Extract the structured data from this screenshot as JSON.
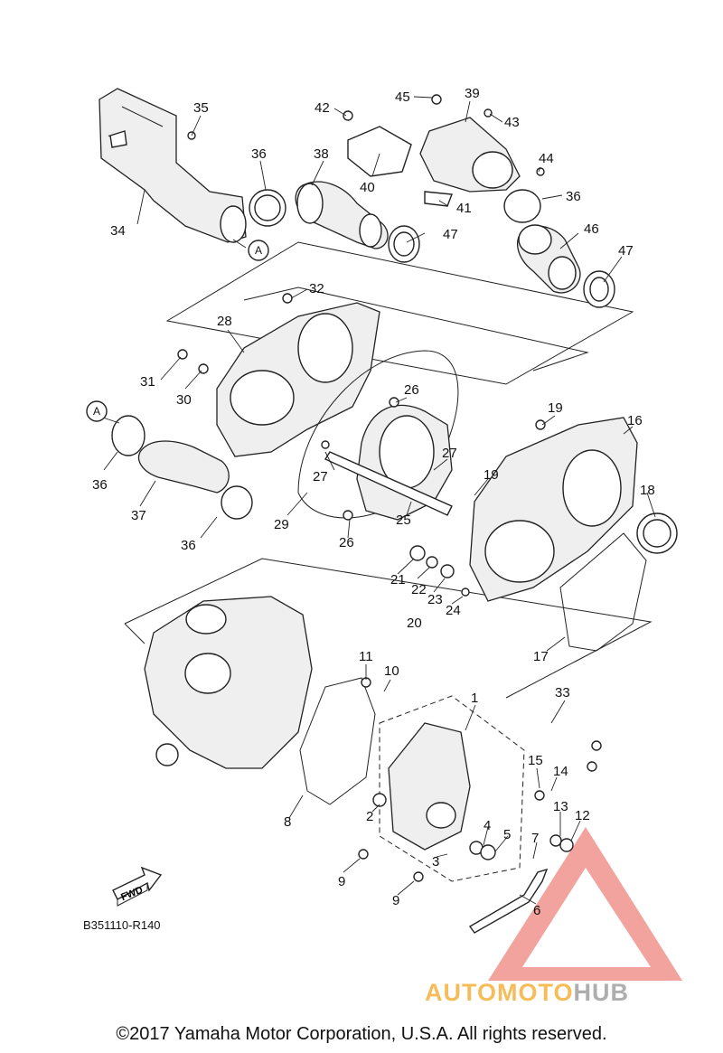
{
  "callouts": [
    {
      "label": "35"
    },
    {
      "label": "36"
    },
    {
      "label": "38"
    },
    {
      "label": "42"
    },
    {
      "label": "45"
    },
    {
      "label": "39"
    },
    {
      "label": "43"
    },
    {
      "label": "40"
    },
    {
      "label": "44"
    },
    {
      "label": "36"
    },
    {
      "label": "34"
    },
    {
      "label": "41"
    },
    {
      "label": "47"
    },
    {
      "label": "46"
    },
    {
      "label": "47"
    },
    {
      "label": "32"
    },
    {
      "label": "28"
    },
    {
      "label": "31"
    },
    {
      "label": "30"
    },
    {
      "label": "26"
    },
    {
      "label": "19"
    },
    {
      "label": "16"
    },
    {
      "label": "27"
    },
    {
      "label": "27"
    },
    {
      "label": "19"
    },
    {
      "label": "18"
    },
    {
      "label": "36"
    },
    {
      "label": "37"
    },
    {
      "label": "29"
    },
    {
      "label": "25"
    },
    {
      "label": "26"
    },
    {
      "label": "36"
    },
    {
      "label": "21"
    },
    {
      "label": "22"
    },
    {
      "label": "23"
    },
    {
      "label": "24"
    },
    {
      "label": "20"
    },
    {
      "label": "17"
    },
    {
      "label": "11"
    },
    {
      "label": "10"
    },
    {
      "label": "1"
    },
    {
      "label": "33"
    },
    {
      "label": "15"
    },
    {
      "label": "14"
    },
    {
      "label": "8"
    },
    {
      "label": "2"
    },
    {
      "label": "13"
    },
    {
      "label": "12"
    },
    {
      "label": "4"
    },
    {
      "label": "5"
    },
    {
      "label": "7"
    },
    {
      "label": "3"
    },
    {
      "label": "9"
    },
    {
      "label": "9"
    },
    {
      "label": "6"
    }
  ],
  "refs": [
    {
      "label": "A"
    },
    {
      "label": "A"
    }
  ],
  "fwd_label": "FWD",
  "diagram_code": "B351110-R140",
  "copyright": "©2017 Yamaha Motor Corporation, U.S.A. All rights reserved.",
  "watermark": {
    "part1": "AUTOMOTO",
    "part2": "HUB",
    "color1": "#f5a623",
    "color2": "#9b9b9b",
    "triangle_color": "#e8584f"
  }
}
